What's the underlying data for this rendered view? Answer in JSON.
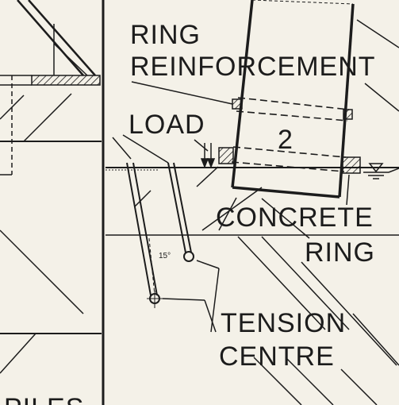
{
  "labels": {
    "ring_reinforcement_line1": "RING",
    "ring_reinforcement_line2": "REINFORCEMENT",
    "load": "LOAD",
    "segment_number": "2",
    "concrete": "CONCRETE",
    "ring": "RING",
    "tension": "TENSION",
    "centre": "CENTRE",
    "piles_partial": "PILES",
    "angle": "15°"
  },
  "colors": {
    "ink": "#1c1c1c",
    "paper": "#f4f1e8"
  }
}
